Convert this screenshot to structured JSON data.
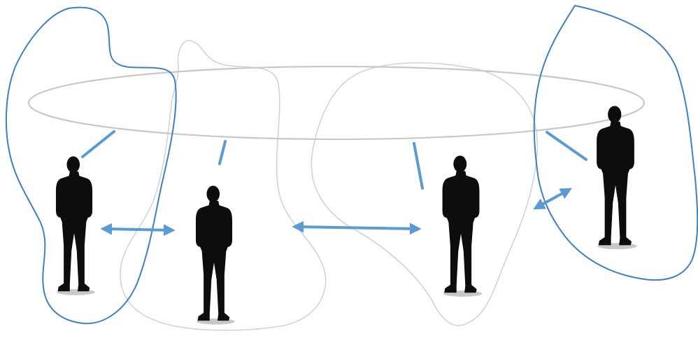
{
  "colors": {
    "background": "#ffffff",
    "ring": "#c8c8c8",
    "group_outline_strong": "#3f7fc2",
    "group_outline_faint": "#d0d4d8",
    "connector": "#5b9bd5",
    "arrow": "#5b9bd5",
    "silhouette": "#0d0d0d",
    "shadow": "#9a9a9a"
  },
  "icons": {
    "people": [
      "person-silhouette",
      "person-silhouette",
      "person-silhouette",
      "person-silhouette"
    ],
    "ring": "shared-ring-ellipse",
    "groups": [
      "freeform-group-outline",
      "freeform-group-outline",
      "freeform-group-outline",
      "freeform-group-outline"
    ],
    "links": [
      "double-headed-arrow",
      "double-headed-arrow",
      "double-headed-arrow"
    ]
  },
  "counts": {
    "people": 4,
    "groups": 4,
    "ring_connectors": 4,
    "peer_arrows": 3
  }
}
